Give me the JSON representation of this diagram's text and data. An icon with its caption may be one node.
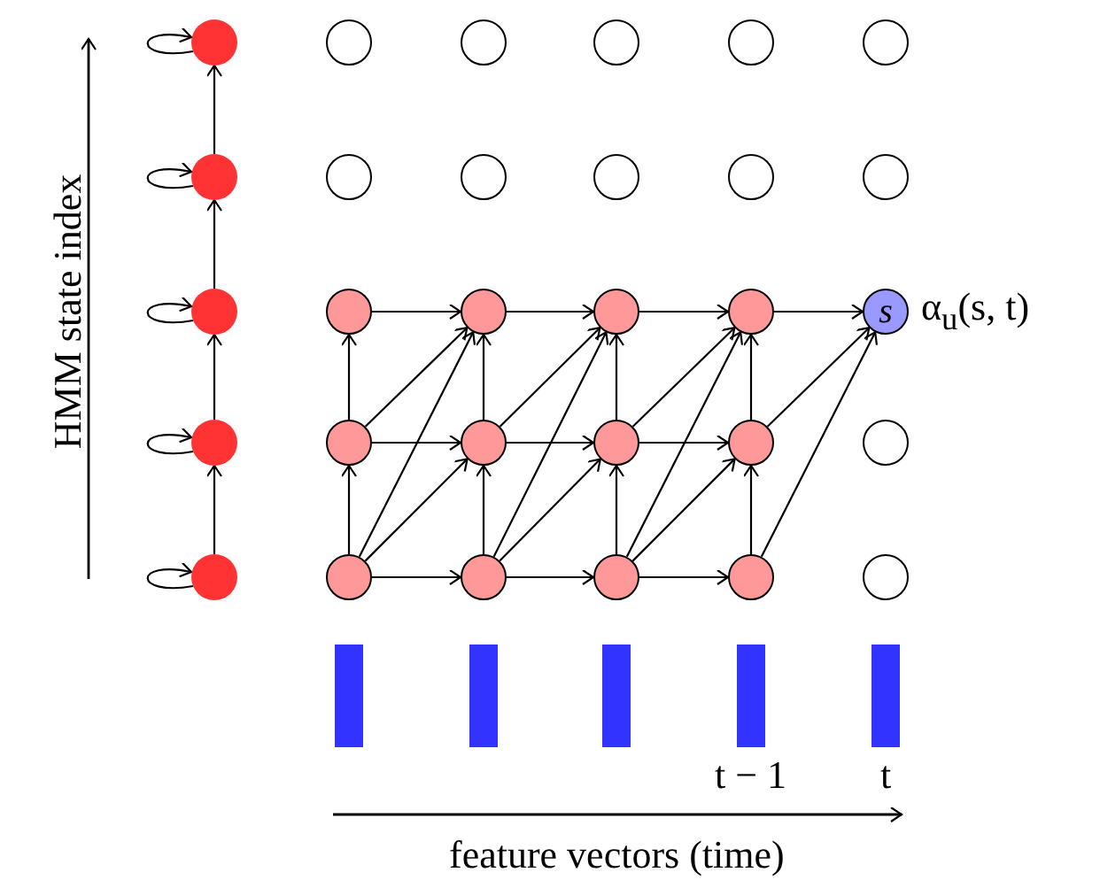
{
  "diagram": {
    "nodes": [
      {
        "text": [],
        "shape": "circle"
      },
      {
        "text": [],
        "shape": "circle"
      },
      {
        "text": [],
        "shape": "circle"
      },
      {
        "text": [],
        "shape": "circle"
      },
      {
        "text": [],
        "shape": "circle"
      },
      {
        "text": [],
        "shape": "circle"
      },
      {
        "text": [],
        "shape": "circle"
      },
      {
        "text": [],
        "shape": "circle"
      },
      {
        "text": [],
        "shape": "circle"
      },
      {
        "text": [],
        "shape": "circle"
      },
      {
        "text": [],
        "shape": "circle"
      },
      {
        "text": [],
        "shape": "circle"
      },
      {
        "text": [],
        "shape": "circle"
      },
      {
        "text": [],
        "shape": "circle"
      },
      {
        "text": [],
        "shape": "circle"
      },
      {
        "text": [],
        "shape": "circle"
      },
      {
        "text": [],
        "shape": "circle"
      },
      {
        "text": [
          "s"
        ],
        "beside": [
          "α$_{u}$(s, t)"
        ]
      },
      {
        "text": [],
        "shape": "circle"
      },
      {
        "text": [],
        "shape": "circle"
      },
      {
        "text": [],
        "shape": "circle"
      },
      {
        "text": [],
        "shape": "circle"
      },
      {
        "text": [],
        "shape": "circle"
      },
      {
        "text": [],
        "shape": "circle"
      },
      {
        "text": [],
        "shape": "circle"
      },
      {
        "text": [],
        "shape": "circle"
      },
      {
        "text": [],
        "shape": "circle"
      },
      {
        "text": [],
        "shape": "circle"
      },
      {
        "text": [],
        "shape": "circle"
      },
      {
        "text": [],
        "shape": "circle"
      }
    ],
    "edges": [
      {
        "from": 24,
        "to": 18,
        "arrow": "to"
      },
      {
        "from": 18,
        "to": 12,
        "arrow": "to"
      },
      {
        "from": 12,
        "to": 6,
        "arrow": "to"
      },
      {
        "from": 6,
        "to": 0,
        "arrow": "to"
      },
      {
        "from": 0,
        "to": 0,
        "arrow": "to"
      },
      {
        "from": 6,
        "to": 6,
        "arrow": "to"
      },
      {
        "from": 12,
        "to": 12,
        "arrow": "to"
      },
      {
        "from": 18,
        "to": 18,
        "arrow": "to"
      },
      {
        "from": 24,
        "to": 24,
        "arrow": "to"
      },
      {
        "from": 13,
        "to": 14,
        "arrow": "to"
      },
      {
        "from": 14,
        "to": 15,
        "arrow": "to"
      },
      {
        "from": 15,
        "to": 16,
        "arrow": "to"
      },
      {
        "from": 16,
        "to": 17,
        "arrow": "to"
      },
      {
        "from": 19,
        "to": 20,
        "arrow": "to"
      },
      {
        "from": 20,
        "to": 21,
        "arrow": "to"
      },
      {
        "from": 21,
        "to": 22,
        "arrow": "to"
      },
      {
        "from": 25,
        "to": 26,
        "arrow": "to"
      },
      {
        "from": 26,
        "to": 27,
        "arrow": "to"
      },
      {
        "from": 27,
        "to": 28,
        "arrow": "to"
      },
      {
        "from": 25,
        "to": 19,
        "arrow": "to"
      },
      {
        "from": 19,
        "to": 13,
        "arrow": "to"
      },
      {
        "from": 26,
        "to": 20,
        "arrow": "to"
      },
      {
        "from": 20,
        "to": 14,
        "arrow": "to"
      },
      {
        "from": 27,
        "to": 21,
        "arrow": "to"
      },
      {
        "from": 21,
        "to": 15,
        "arrow": "to"
      },
      {
        "from": 28,
        "to": 22,
        "arrow": "to"
      },
      {
        "from": 22,
        "to": 16,
        "arrow": "to"
      },
      {
        "from": 25,
        "to": 20,
        "arrow": "to"
      },
      {
        "from": 25,
        "to": 14,
        "arrow": "to"
      },
      {
        "from": 19,
        "to": 14,
        "arrow": "to"
      },
      {
        "from": 26,
        "to": 21,
        "arrow": "to"
      },
      {
        "from": 26,
        "to": 15,
        "arrow": "to"
      },
      {
        "from": 20,
        "to": 15,
        "arrow": "to"
      },
      {
        "from": 27,
        "to": 22,
        "arrow": "to"
      },
      {
        "from": 27,
        "to": 16,
        "arrow": "to"
      },
      {
        "from": 21,
        "to": 16,
        "arrow": "to"
      },
      {
        "from": 28,
        "to": 17,
        "arrow": "to"
      },
      {
        "from": 22,
        "to": 17,
        "arrow": "to"
      }
    ],
    "labels": [
      "HMM state index",
      "t − 1",
      "t",
      "feature vectors (time)"
    ]
  }
}
